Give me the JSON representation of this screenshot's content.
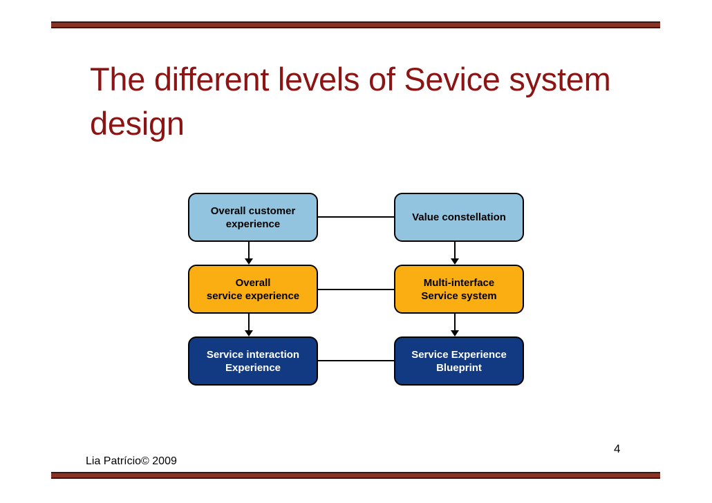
{
  "slide": {
    "title": "The different levels of Sevice system design",
    "accent_bar_color": "#8A3324",
    "title_color": "#8B1414",
    "background_color": "#ffffff"
  },
  "diagram": {
    "type": "flow-diagram",
    "nodes": [
      {
        "id": "overall-customer-experience",
        "label": "Overall customer\nexperience",
        "line1": "Overall customer",
        "line2": "experience",
        "fill": "#92C4DF",
        "text_color": "#000000",
        "column": "left",
        "row": 1
      },
      {
        "id": "value-constellation",
        "label": "Value constellation",
        "line1": "Value constellation",
        "line2": "",
        "fill": "#92C4DF",
        "text_color": "#000000",
        "column": "right",
        "row": 1
      },
      {
        "id": "overall-service-experience",
        "label": "Overall\nservice experience",
        "line1": "Overall",
        "line2": "service experience",
        "fill": "#FBAE11",
        "text_color": "#000000",
        "column": "left",
        "row": 2
      },
      {
        "id": "multi-interface-service-system",
        "label": "Multi-interface\nService system",
        "line1": "Multi-interface",
        "line2": "Service system",
        "fill": "#FBAE11",
        "text_color": "#000000",
        "column": "right",
        "row": 2
      },
      {
        "id": "service-interaction-experience",
        "label": "Service interaction\nExperience",
        "line1": "Service interaction",
        "line2": "Experience",
        "fill": "#123A82",
        "text_color": "#FFFFFF",
        "column": "left",
        "row": 3
      },
      {
        "id": "service-experience-blueprint",
        "label": "Service Experience\nBlueprint",
        "line1": "Service Experience",
        "line2": "Blueprint",
        "fill": "#123A82",
        "text_color": "#FFFFFF",
        "column": "right",
        "row": 3
      }
    ],
    "edges": [
      {
        "from": "overall-customer-experience",
        "to": "overall-service-experience",
        "style": "arrow-down"
      },
      {
        "from": "overall-service-experience",
        "to": "service-interaction-experience",
        "style": "arrow-down"
      },
      {
        "from": "value-constellation",
        "to": "multi-interface-service-system",
        "style": "arrow-down"
      },
      {
        "from": "multi-interface-service-system",
        "to": "service-experience-blueprint",
        "style": "arrow-down"
      },
      {
        "from": "overall-customer-experience",
        "to": "value-constellation",
        "style": "line"
      },
      {
        "from": "overall-service-experience",
        "to": "multi-interface-service-system",
        "style": "line"
      },
      {
        "from": "service-interaction-experience",
        "to": "service-experience-blueprint",
        "style": "line"
      }
    ]
  },
  "footer": {
    "credit": "Lia Patrício© 2009",
    "page_number": "4"
  }
}
